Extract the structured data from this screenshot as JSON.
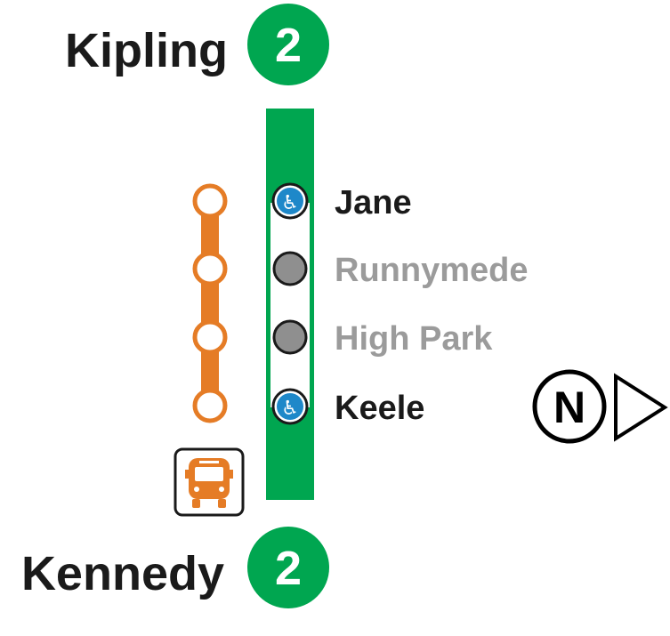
{
  "line": {
    "number": "2",
    "color": "#00a650",
    "direction_west_terminal": "Kipling",
    "direction_east_terminal": "Kennedy"
  },
  "stations": [
    {
      "name": "Jane",
      "accessible": true,
      "served": true
    },
    {
      "name": "Runnymede",
      "accessible": false,
      "served": false
    },
    {
      "name": "High Park",
      "accessible": false,
      "served": false
    },
    {
      "name": "Keele",
      "accessible": true,
      "served": true
    }
  ],
  "colors": {
    "text_served": "#1a1a1a",
    "text_not_served": "#9b9b9b",
    "shuttle": "#e57c26",
    "accessible_badge": "#1e88c9",
    "closed_station": "#8f8f8f"
  },
  "shuttle_bus": {
    "icon": "bus-icon",
    "stop_count": 4
  },
  "compass": {
    "letter": "N",
    "icon": "north-arrow-icon"
  }
}
